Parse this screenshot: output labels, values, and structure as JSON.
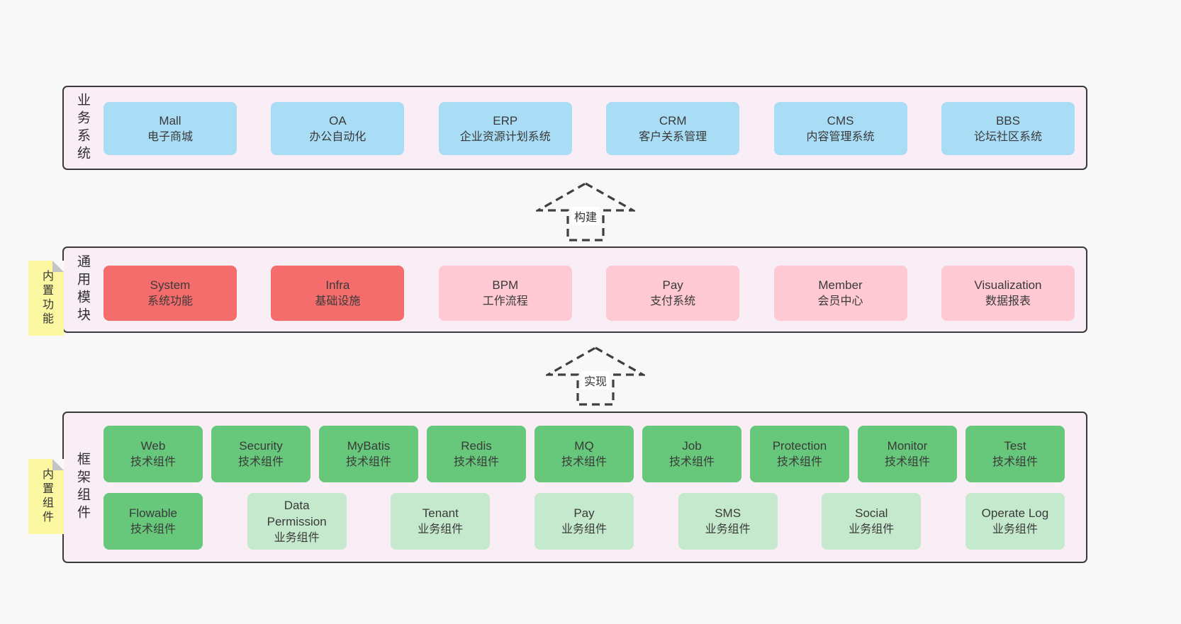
{
  "colors": {
    "page_bg": "#f8f8f8",
    "layer_bg": "#f9edf6",
    "layer_border": "#3a3a3a",
    "blue": "#a9dcf5",
    "red": "#f56c6c",
    "pink": "#fec9d2",
    "green": "#67c87b",
    "light_green": "#c5e9cc",
    "note_yellow": "#fbf8a1"
  },
  "layers": [
    {
      "label": "业务系统",
      "boxes": [
        {
          "title": "Mall",
          "subtitle": "电子商城"
        },
        {
          "title": "OA",
          "subtitle": "办公自动化"
        },
        {
          "title": "ERP",
          "subtitle": "企业资源计划系统"
        },
        {
          "title": "CRM",
          "subtitle": "客户关系管理"
        },
        {
          "title": "CMS",
          "subtitle": "内容管理系统"
        },
        {
          "title": "BBS",
          "subtitle": "论坛社区系统"
        }
      ]
    },
    {
      "label": "通用模块",
      "note": "内置功能",
      "boxes": [
        {
          "title": "System",
          "subtitle": "系统功能"
        },
        {
          "title": "Infra",
          "subtitle": "基础设施"
        },
        {
          "title": "BPM",
          "subtitle": "工作流程"
        },
        {
          "title": "Pay",
          "subtitle": "支付系统"
        },
        {
          "title": "Member",
          "subtitle": "会员中心"
        },
        {
          "title": "Visualization",
          "subtitle": "数据报表"
        }
      ]
    },
    {
      "label": "框架组件",
      "note": "内置组件",
      "boxes": [
        {
          "title": "Web",
          "subtitle": "技术组件"
        },
        {
          "title": "Security",
          "subtitle": "技术组件"
        },
        {
          "title": "MyBatis",
          "subtitle": "技术组件"
        },
        {
          "title": "Redis",
          "subtitle": "技术组件"
        },
        {
          "title": "MQ",
          "subtitle": "技术组件"
        },
        {
          "title": "Job",
          "subtitle": "技术组件"
        },
        {
          "title": "Protection",
          "subtitle": "技术组件"
        },
        {
          "title": "Monitor",
          "subtitle": "技术组件"
        },
        {
          "title": "Test",
          "subtitle": "技术组件"
        },
        {
          "title": "Flowable",
          "subtitle": "技术组件"
        },
        {
          "title": "Data Permission",
          "subtitle": "业务组件"
        },
        {
          "title": "Tenant",
          "subtitle": "业务组件"
        },
        {
          "title": "Pay",
          "subtitle": "业务组件"
        },
        {
          "title": "SMS",
          "subtitle": "业务组件"
        },
        {
          "title": "Social",
          "subtitle": "业务组件"
        },
        {
          "title": "Operate Log",
          "subtitle": "业务组件"
        }
      ]
    }
  ],
  "arrows": [
    {
      "label": "构建"
    },
    {
      "label": "实现"
    }
  ]
}
